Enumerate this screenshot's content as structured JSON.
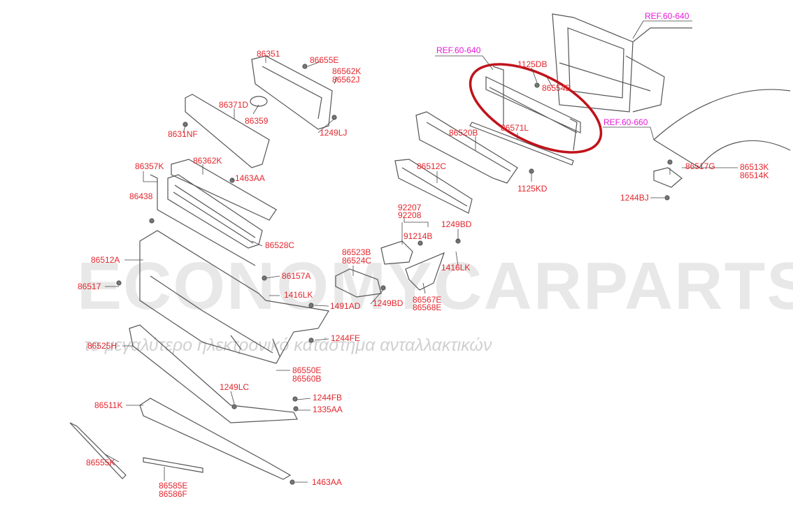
{
  "watermark": {
    "brand": "ECONOMYCARPARTS.GR",
    "tagline": "το μεγαλύτερο ηλεκτρονικό κατάστημα ανταλλακτικών"
  },
  "colors": {
    "label": "#e3262d",
    "reference": "#e619d8",
    "highlight": "#c0121a",
    "part_line": "#555555"
  },
  "labels": [
    "REF.60-640",
    "86351",
    "86655E",
    "86562K",
    "86562J",
    "86371D",
    "86359",
    "1249LJ",
    "8631NF",
    "REF.60-640",
    "1125DB",
    "86554B",
    "86520B",
    "86571L",
    "REF.60-660",
    "86357K",
    "86362K",
    "1463AA",
    "86512C",
    "86517G",
    "86513K",
    "86514K",
    "1125KD",
    "86438",
    "1244BJ",
    "92207",
    "92208",
    "1249BD",
    "91214B",
    "86528C",
    "86523B",
    "86524C",
    "86512A",
    "1416LK",
    "86157A",
    "86517",
    "1416LK",
    "1249BD",
    "86567E",
    "86568E",
    "1491AD",
    "1244FE",
    "86525H",
    "86550E",
    "86560B",
    "1249LC",
    "1244FB",
    "86511K",
    "1335AA",
    "86555K",
    "1463AA",
    "86585E",
    "86586F"
  ]
}
